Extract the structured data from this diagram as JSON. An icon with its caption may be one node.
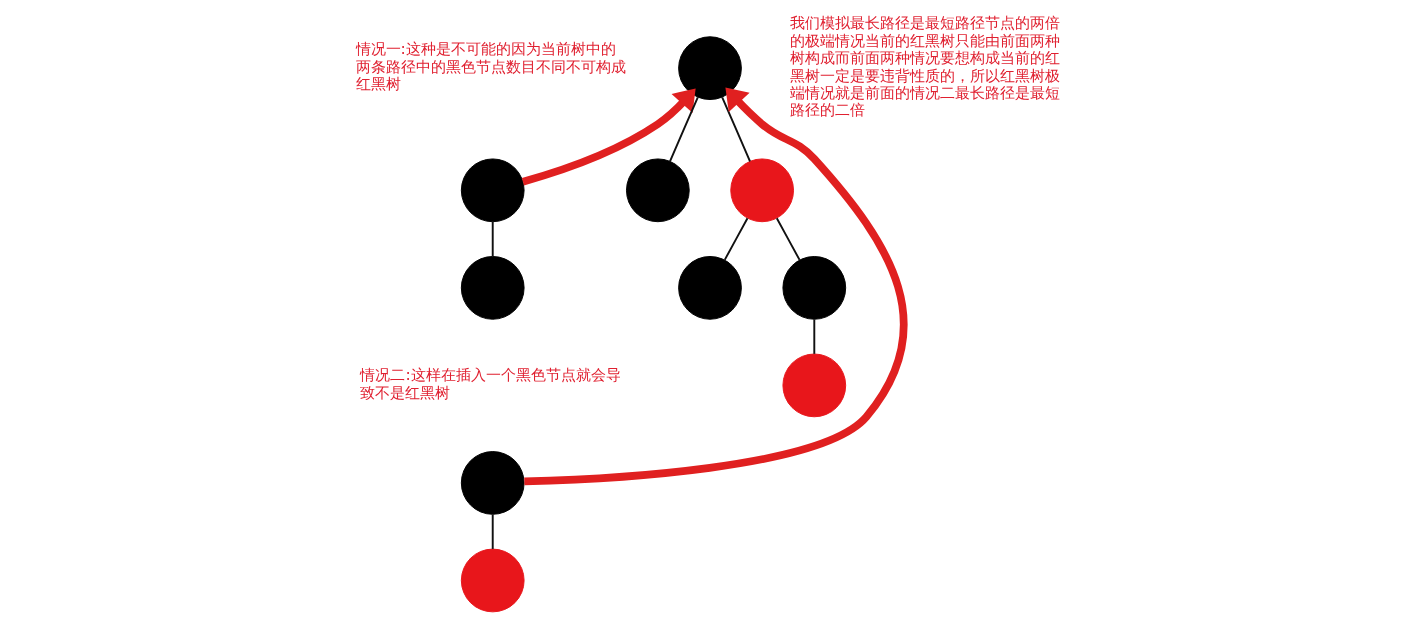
{
  "diagram": {
    "nodes": [
      {
        "text": [],
        "shape": "circle"
      },
      {
        "text": [],
        "shape": "circle"
      },
      {
        "text": [],
        "shape": "circle"
      },
      {
        "text": [],
        "shape": "circle"
      },
      {
        "text": [],
        "shape": "circle"
      },
      {
        "text": [],
        "shape": "circle"
      },
      {
        "text": [],
        "shape": "circle"
      },
      {
        "text": [],
        "shape": "circle"
      },
      {
        "text": [],
        "shape": "circle"
      },
      {
        "text": [],
        "shape": "circle"
      }
    ],
    "edges": [
      {
        "from": 0,
        "to": 1,
        "arrow": "none"
      },
      {
        "from": 0,
        "to": 2,
        "arrow": "to",
        "style": "thick",
        "color": "#e02020"
      },
      {
        "from": 2,
        "to": 3,
        "arrow": "none"
      },
      {
        "from": 2,
        "to": 4,
        "arrow": "none"
      },
      {
        "from": 4,
        "to": 5,
        "arrow": "none"
      },
      {
        "from": 4,
        "to": 6,
        "arrow": "none"
      },
      {
        "from": 6,
        "to": 7,
        "arrow": "none"
      },
      {
        "from": 8,
        "to": 9,
        "arrow": "none"
      },
      {
        "from": 8,
        "to": 2,
        "arrow": "to",
        "style": "thick",
        "color": "#e02020"
      }
    ],
    "labels": [
      "情况一:这种是不可能的因为当前树中的两条路径中的黑色节点数目不同不可构成红黑树",
      "我们模拟最长路径是最短路径节点的两倍的极端情况当前的红黑树只能由前面两种树构成而前面两种情况要想构成当前的红黑树一定是要违背性质的，所以红黑树极端情况就是前面的情况二最长路径是最短路径的二倍",
      "情况二:这样在插入一个黑色节点就会导致不是红黑树"
    ]
  }
}
